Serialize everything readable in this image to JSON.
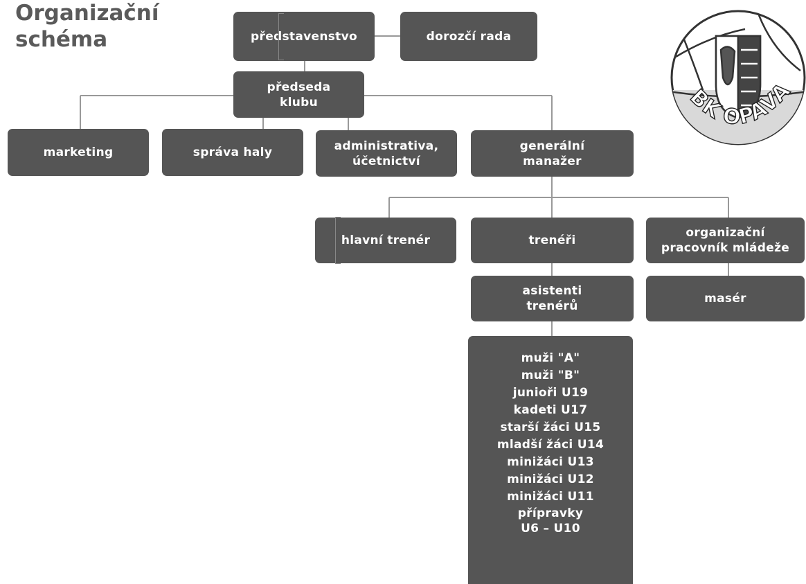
{
  "title": [
    "Organizační",
    "schéma"
  ],
  "nodes": {
    "predstavenstvo": [
      "představenstvo"
    ],
    "dozorci_rada": [
      "dorozčí rada"
    ],
    "predseda": [
      "předseda",
      "klubu"
    ],
    "marketing": [
      "marketing"
    ],
    "sprava_haly": [
      "správa haly"
    ],
    "administrativa": [
      "administrativa,",
      "účetnictví"
    ],
    "generalni_manazer": [
      "generální",
      "manažer"
    ],
    "hlavni_trener": [
      "hlavní trenér"
    ],
    "treneri": [
      "trenéři"
    ],
    "organizacni": [
      "organizační",
      "pracovník mládeže"
    ],
    "asistenti": [
      "asistenti",
      "trenérů"
    ],
    "maser": [
      "masér"
    ],
    "teams": [
      "muži \"A\"",
      "muži \"B\"",
      "junioři U19",
      "kadeti U17",
      "starší žáci U15",
      "mladší žáci U14",
      "minižáci U13",
      "minižáci U12",
      "minižáci U11",
      "přípravky",
      "U6 – U10"
    ]
  },
  "logo": {
    "text": "BK OPAVA",
    "icon": "bk-opava-crest-icon"
  },
  "colors": {
    "box": "#555555",
    "box_text": "#ffffff",
    "title": "#5a5a5a",
    "line": "#999999"
  }
}
